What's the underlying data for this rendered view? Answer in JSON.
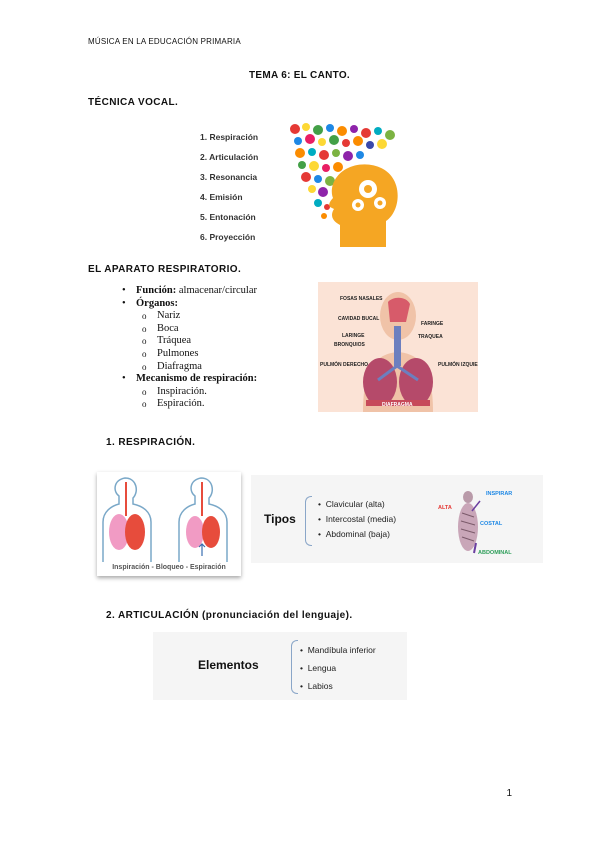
{
  "header": "MÚSICA EN LA EDUCACIÓN PRIMARIA",
  "title": "TEMA 6: EL CANTO.",
  "section_tecnica": "TÉCNICA VOCAL.",
  "steps": [
    "1. Respiración",
    "2. Articulación",
    "3. Resonancia",
    "4. Emisión",
    "5. Entonación",
    "6. Proyección"
  ],
  "section_aparato": "EL APARATO RESPIRATORIO.",
  "funcion_label": "Función:",
  "funcion_value": " almacenar/circular",
  "organos_label": "Órganos:",
  "organos": [
    "Nariz",
    "Boca",
    "Tráquea",
    "Pulmones",
    "Diafragma"
  ],
  "mecanismo_label": "Mecanismo de respiración:",
  "mecanismo": [
    "Inspiración.",
    "Espiración."
  ],
  "anatomy_labels": {
    "fosas": "FOSAS NASALES",
    "cavidad": "CAVIDAD BUCAL",
    "laringe": "LARINGE",
    "bronquios": "BRONQUIOS",
    "pulmon_der": "PULMÓN DERECHO",
    "faringe": "FARINGE",
    "traquea": "TRAQUEA",
    "pulmon_izq": "PULMÓN IZQUIERDO",
    "diafragma": "DIAFRAGMA"
  },
  "section_respiracion": "1.  RESPIRACIÓN.",
  "breath_caption": "Inspiración  -  Bloqueo  -  Espiración",
  "tipos_label": "Tipos",
  "tipos": [
    "Clavicular (alta)",
    "Intercostal (media)",
    "Abdominal (baja)"
  ],
  "torso_labels": {
    "alta": "ALTA",
    "inspirar": "INSPIRAR",
    "costal": "COSTAL",
    "abdominal": "ABDOMINAL"
  },
  "section_articulacion": "2.  ARTICULACIÓN (pronunciación del lenguaje).",
  "elementos_label": "Elementos",
  "elementos": [
    "Mandíbula inferior",
    "Lengua",
    "Labios"
  ],
  "page_number": "1"
}
